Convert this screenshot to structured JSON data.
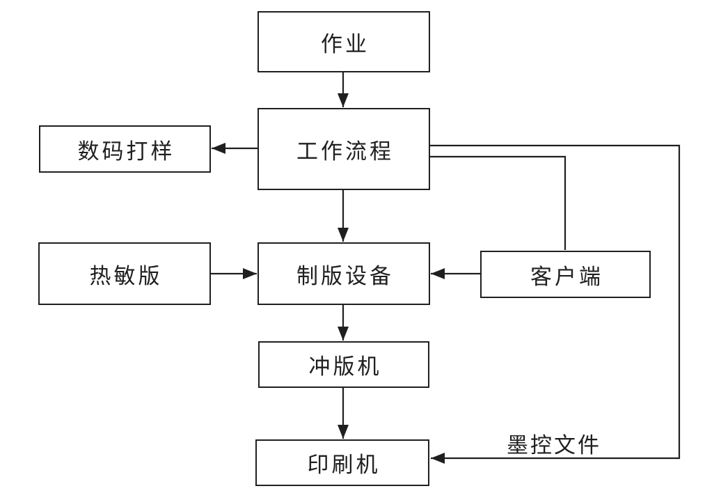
{
  "diagram": {
    "type": "flowchart",
    "background": "#ffffff",
    "line_color": "#1f1f1f",
    "box_fill": "#ffffff",
    "box_border_color": "#1f1f1f",
    "text_color": "#1f1f1f",
    "nodes": [
      {
        "id": "job",
        "label": "作业"
      },
      {
        "id": "workflow",
        "label": "工作流程"
      },
      {
        "id": "digital-proofing",
        "label": "数码打样"
      },
      {
        "id": "thermal-plate",
        "label": "热敏版"
      },
      {
        "id": "platemaking-equipment",
        "label": "制版设备"
      },
      {
        "id": "client",
        "label": "客户端"
      },
      {
        "id": "plate-processor",
        "label": "冲版机"
      },
      {
        "id": "printing-press",
        "label": "印刷机"
      }
    ],
    "edges": [
      {
        "from": "作业",
        "to": "工作流程",
        "label": "",
        "route": "down"
      },
      {
        "from": "工作流程",
        "to": "数码打样",
        "label": "",
        "route": "left"
      },
      {
        "from": "工作流程",
        "to": "制版设备",
        "label": "",
        "route": "down"
      },
      {
        "from": "热敏版",
        "to": "制版设备",
        "label": "",
        "route": "right"
      },
      {
        "from": "客户端",
        "to": "制版设备",
        "label": "",
        "route": "left"
      },
      {
        "from": "工作流程",
        "to": "客户端",
        "label": "",
        "route": "right-then-down"
      },
      {
        "from": "工作流程",
        "to": "印刷机",
        "label": "墨控文件",
        "route": "right-down-left"
      },
      {
        "from": "制版设备",
        "to": "冲版机",
        "label": "",
        "route": "down"
      },
      {
        "from": "冲版机",
        "to": "印刷机",
        "label": "",
        "route": "down"
      }
    ]
  }
}
